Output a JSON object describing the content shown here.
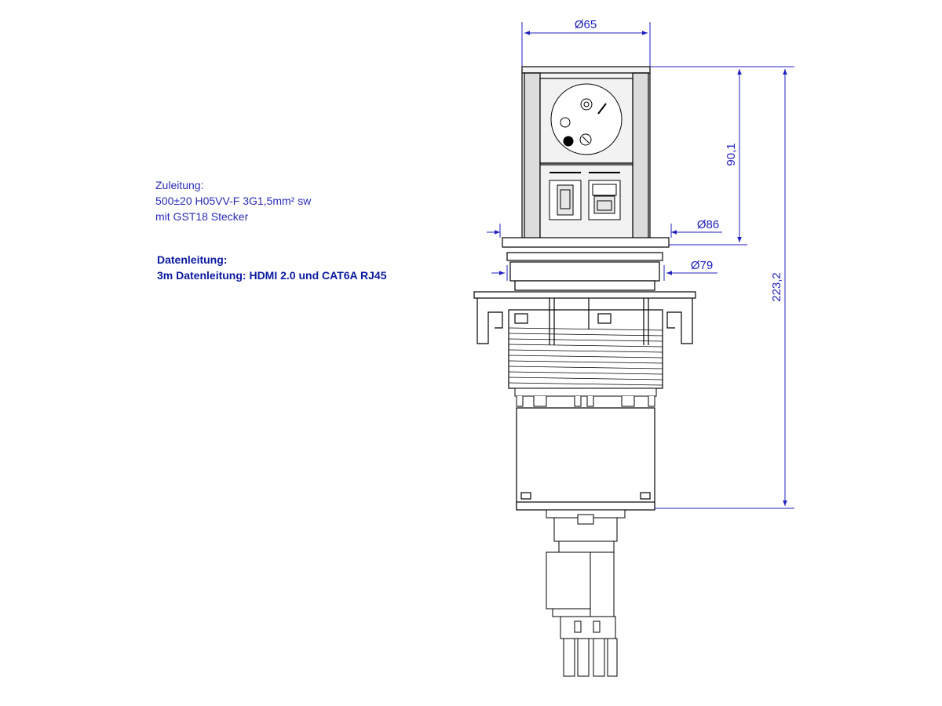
{
  "notes": {
    "supply": {
      "line1": "Zuleitung:",
      "line2": "500±20 H05VV-F 3G1,5mm² sw",
      "line3": "mit GST18 Stecker"
    },
    "data": {
      "line1": "Datenleitung:",
      "line2": "3m Datenleitung: HDMI 2.0 und CAT6A  RJ45"
    }
  },
  "dimensions": {
    "top_width": "Ø65",
    "flange_outer": "Ø86",
    "flange_inner": "Ø79",
    "upper_height": "90,1",
    "total_height": "223,2"
  },
  "colors": {
    "dimension": "#2020c0",
    "drawing": "#000000",
    "fill": "#e8e8e8"
  }
}
